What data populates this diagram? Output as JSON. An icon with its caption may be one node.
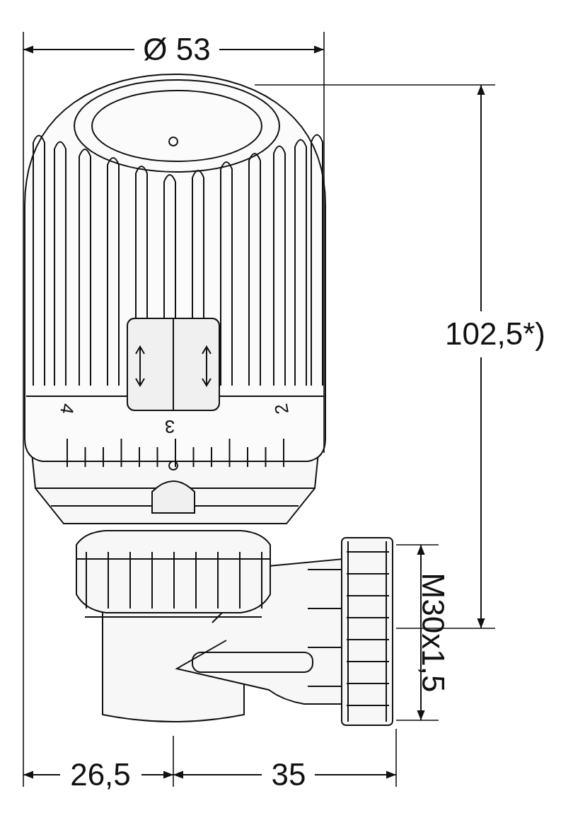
{
  "diagram": {
    "labels": [
      "Ø 53",
      "102,5*)",
      "M30x1,5",
      "26,5",
      "35",
      "4",
      "3",
      "2"
    ]
  }
}
